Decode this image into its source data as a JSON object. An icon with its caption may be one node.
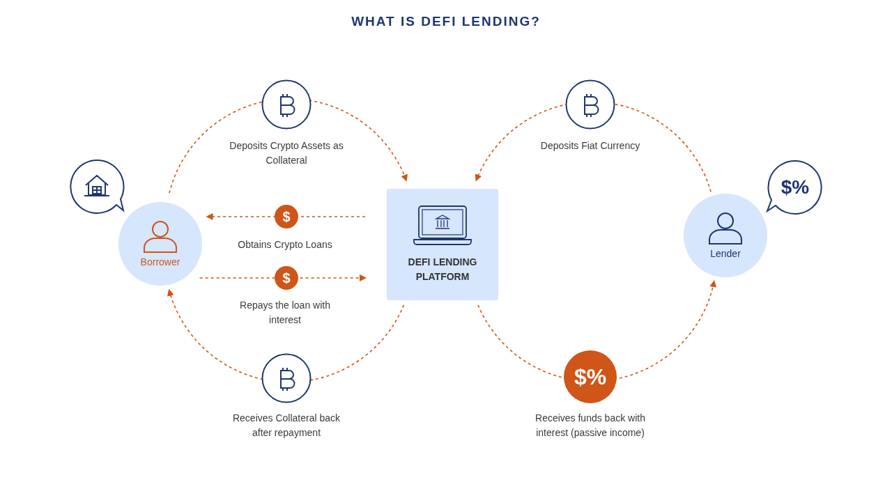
{
  "diagram": {
    "title": "WHAT IS DEFI LENDING?",
    "nodes": [
      {
        "text": [
          "Borrower"
        ]
      },
      {
        "text": [
          "DEFI LENDING PLATFORM"
        ]
      },
      {
        "text": [
          "Lender"
        ]
      }
    ],
    "edges": [
      {
        "from": 0,
        "to": 1,
        "arrow": "to",
        "label": "Deposits Crypto Assets as Collateral"
      },
      {
        "from": 1,
        "to": 0,
        "arrow": "to",
        "label": "Obtains Crypto Loans"
      },
      {
        "from": 0,
        "to": 1,
        "arrow": "to",
        "label": "Repays the loan with interest"
      },
      {
        "from": 1,
        "to": 0,
        "arrow": "to",
        "label": "Receives Collateral back after repayment"
      },
      {
        "from": 2,
        "to": 1,
        "arrow": "to",
        "label": "Deposits Fiat Currency"
      },
      {
        "from": 1,
        "to": 2,
        "arrow": "to",
        "label": "Receives funds back with interest (passive income)"
      }
    ],
    "labels": [
      "$%",
      "$",
      "$",
      "$%"
    ]
  }
}
